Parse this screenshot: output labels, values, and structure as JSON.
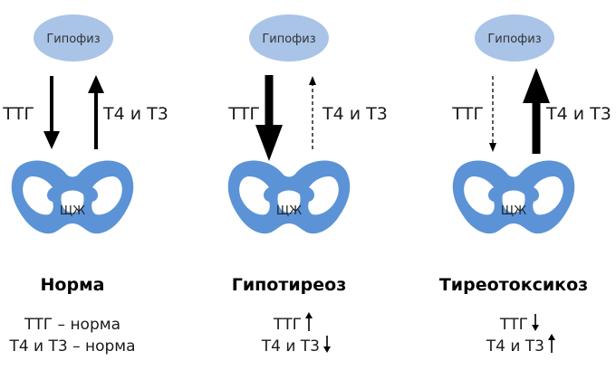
{
  "colors": {
    "pituitary": "#a9c4e7",
    "thyroid": "#5b93d6",
    "arrow": "#000000"
  },
  "icons": {
    "pituitary": "pituitary-ellipse-icon",
    "thyroid": "thyroid-gland-icon",
    "up": "arrow-up-icon",
    "down": "arrow-down-icon"
  },
  "panels": [
    {
      "pituitary_label": "Гипофиз",
      "tsh_label": "ТТГ",
      "t4t3_label": "Т4 и Т3",
      "gland_label": "ЩЖ",
      "title": "Норма",
      "line1": "ТТГ – норма",
      "line2": "Т4 и Т3 – норма",
      "tsh_arrow": "normal",
      "t4t3_arrow": "normal"
    },
    {
      "pituitary_label": "Гипофиз",
      "tsh_label": "ТТГ",
      "t4t3_label": "Т4 и Т3",
      "gland_label": "ЩЖ",
      "title": "Гипотиреоз",
      "line1": "ТТГ",
      "line2": "Т4 и Т3",
      "tsh_arrow": "bold",
      "t4t3_arrow": "dashed",
      "line1_trend": "up",
      "line2_trend": "down"
    },
    {
      "pituitary_label": "Гипофиз",
      "tsh_label": "ТТГ",
      "t4t3_label": "Т4 и Т3",
      "gland_label": "ЩЖ",
      "title": "Тиреотоксикоз",
      "line1": "ТТГ",
      "line2": "Т4 и Т3",
      "tsh_arrow": "dashed",
      "t4t3_arrow": "bold",
      "line1_trend": "down",
      "line2_trend": "up"
    }
  ]
}
